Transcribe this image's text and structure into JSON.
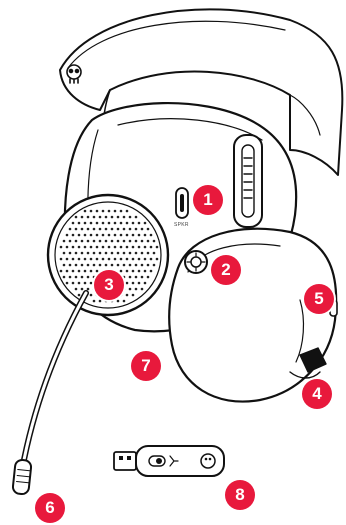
{
  "callouts": [
    {
      "number": "1"
    },
    {
      "number": "2"
    },
    {
      "number": "3"
    },
    {
      "number": "4"
    },
    {
      "number": "5"
    },
    {
      "number": "6"
    },
    {
      "number": "7"
    },
    {
      "number": "8"
    }
  ],
  "labels": {
    "speaker_label": "SPKR"
  },
  "colors": {
    "marker": "#e8193c",
    "line": "#111111",
    "background": "#ffffff"
  },
  "icons": {
    "headset": "headset-illustration",
    "dongle": "usb-dongle-icon",
    "logo": "skull-logo-icon"
  }
}
